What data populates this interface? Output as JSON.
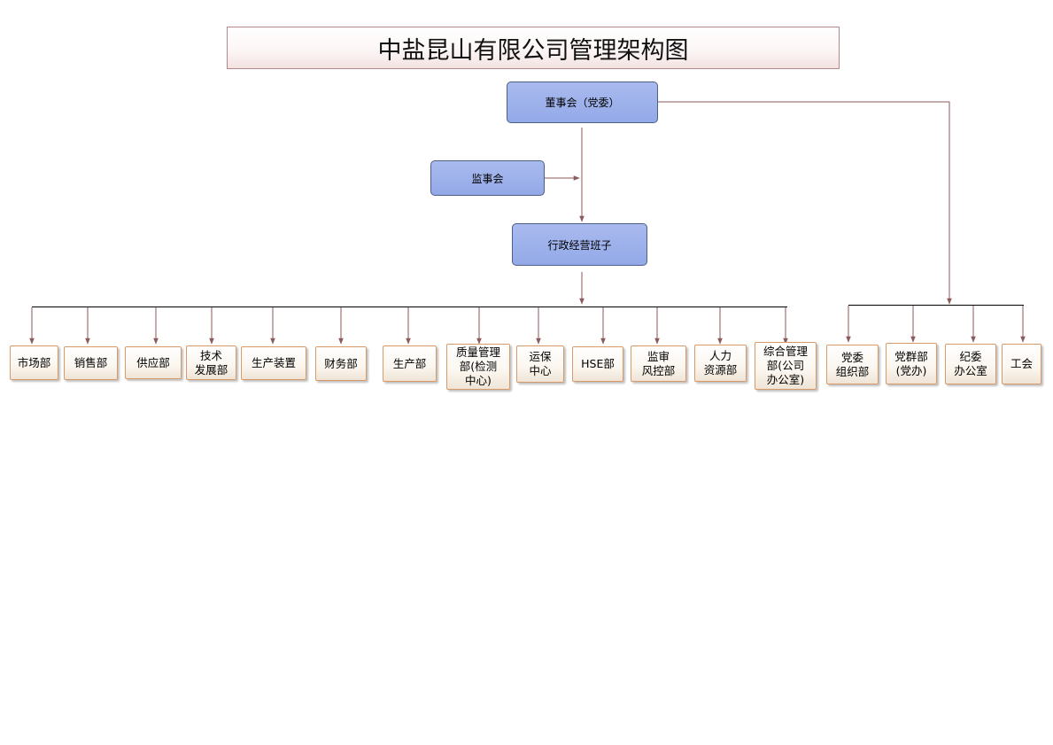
{
  "title": "中盐昆山有限公司管理架构图",
  "top": {
    "board": "董事会（党委）",
    "supervisory": "监事会",
    "executive": "行政经营班子"
  },
  "departments": [
    "市场部",
    "销售部",
    "供应部",
    "技术\n发展部",
    "生产装置",
    "财务部",
    "生产部",
    "质量管理\n部(检测\n中心)",
    "运保\n中心",
    "HSE部",
    "监审\n风控部",
    "人力\n资源部",
    "综合管理\n部(公司\n办公室)"
  ],
  "party_units": [
    "党委\n组织部",
    "党群部\n(党办)",
    "纪委\n办公室",
    "工会"
  ],
  "colors": {
    "connector": "#8b5a5a",
    "board_fill": "#9db2ec",
    "dept_border": "#d99a6a"
  }
}
